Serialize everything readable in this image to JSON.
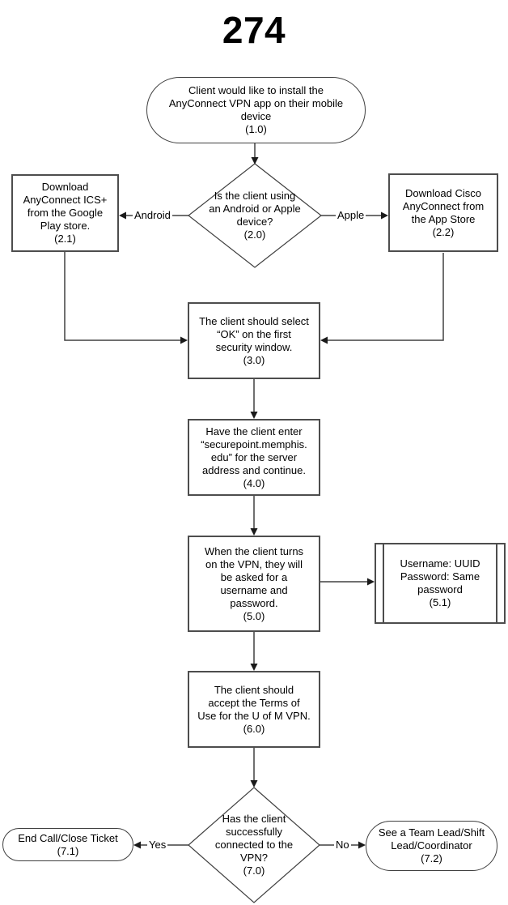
{
  "title": "274",
  "flowchart": {
    "nodes": {
      "start": {
        "id": "1.0",
        "shape": "terminator",
        "text": "Client would like to install the\nAnyConnect VPN app on their mobile\ndevice\n(1.0)"
      },
      "device_decision": {
        "id": "2.0",
        "shape": "decision",
        "text": "Is the client using\nan Android or Apple\ndevice?\n(2.0)"
      },
      "android_download": {
        "id": "2.1",
        "shape": "process",
        "text": "Download\nAnyConnect ICS+\nfrom the Google\nPlay store.\n(2.1)"
      },
      "apple_download": {
        "id": "2.2",
        "shape": "process",
        "text": "Download Cisco\nAnyConnect from\nthe App Store\n(2.2)"
      },
      "security_ok": {
        "id": "3.0",
        "shape": "process",
        "text": "The client should select\n“OK” on the first\nsecurity window.\n(3.0)"
      },
      "server_address": {
        "id": "4.0",
        "shape": "process",
        "text": "Have the client enter\n“securepoint.memphis.\nedu” for the server\naddress and continue.\n(4.0)"
      },
      "credentials": {
        "id": "5.0",
        "shape": "process",
        "text": "When the client turns\non the VPN, they will\nbe asked for a\nusername and\npassword.\n(5.0)"
      },
      "credentials_note": {
        "id": "5.1",
        "shape": "predefined-process",
        "text": "Username: UUID\nPassword: Same\npassword\n(5.1)"
      },
      "terms": {
        "id": "6.0",
        "shape": "process",
        "text": "The client should\naccept the Terms of\nUse for the U of M VPN.\n(6.0)"
      },
      "connected_decision": {
        "id": "7.0",
        "shape": "decision",
        "text": "Has the client\nsuccessfully\nconnected to the\nVPN?\n(7.0)"
      },
      "end_call": {
        "id": "7.1",
        "shape": "terminator",
        "text": "End Call/Close Ticket\n(7.1)"
      },
      "escalate": {
        "id": "7.2",
        "shape": "terminator",
        "text": "See a Team Lead/Shift\nLead/Coordinator\n(7.2)"
      }
    },
    "edge_labels": {
      "android": "Android",
      "apple": "Apple",
      "yes": "Yes",
      "no": "No"
    }
  },
  "colors": {
    "line": "#404040",
    "box_border": "#4d4d4d",
    "text": "#000000",
    "background": "#ffffff"
  }
}
